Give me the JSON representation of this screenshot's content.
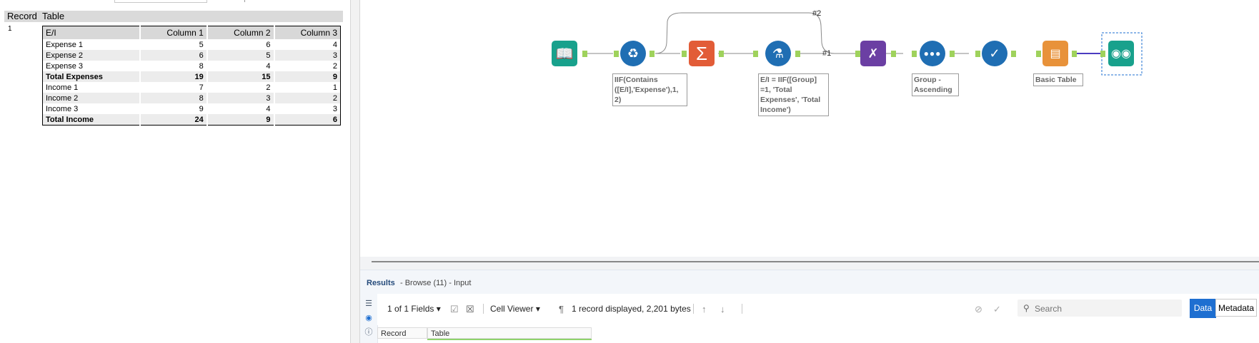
{
  "results_grid_left": {
    "headers": [
      "Record",
      "Table"
    ],
    "row_number": "1",
    "table": {
      "columns": [
        "E/I",
        "Column 1",
        "Column 2",
        "Column 3"
      ],
      "rows": [
        [
          "Expense 1",
          "5",
          "6",
          "4"
        ],
        [
          "Expense 2",
          "6",
          "5",
          "3"
        ],
        [
          "Expense 3",
          "8",
          "4",
          "2"
        ],
        [
          "Total Expenses",
          "19",
          "15",
          "9"
        ],
        [
          "Income 1",
          "7",
          "2",
          "1"
        ],
        [
          "Income 2",
          "8",
          "3",
          "2"
        ],
        [
          "Income 3",
          "9",
          "4",
          "3"
        ],
        [
          "Total Income",
          "24",
          "9",
          "6"
        ]
      ],
      "bold_rows": [
        "Total Expenses",
        "Total Income"
      ]
    }
  },
  "workflow": {
    "tools": [
      {
        "name": "input-data-tool",
        "color": "#1a9a8a",
        "icon": "book-icon"
      },
      {
        "name": "formula-tool-1",
        "color": "#1d6fb0",
        "icon": "formula-icon"
      },
      {
        "name": "summarize-tool",
        "color": "#e05a38",
        "icon": "sigma-icon"
      },
      {
        "name": "formula-tool-2",
        "color": "#1d6fb0",
        "icon": "flask-icon"
      },
      {
        "name": "union-tool",
        "color": "#6a3fa0",
        "icon": "dna-icon"
      },
      {
        "name": "sort-tool",
        "color": "#1d6fb0",
        "icon": "dots-icon"
      },
      {
        "name": "select-tool",
        "color": "#1d6fb0",
        "icon": "check-icon"
      },
      {
        "name": "basic-table-tool",
        "color": "#e8923a",
        "icon": "table-icon"
      },
      {
        "name": "browse-tool",
        "color": "#1a9a8a",
        "icon": "binoculars-icon"
      }
    ],
    "annotations": {
      "formula1": "IIF(Contains ([E/I],'Expense'),1, 2)",
      "formula2": "E/I = IIF([Group] =1, 'Total Expenses', 'Total Income')",
      "sort": "Group - Ascending",
      "table": "Basic Table"
    },
    "connection_labels": {
      "top": "#2",
      "mid": "#1"
    }
  },
  "results": {
    "title": "Results",
    "subtitle": "- Browse (11) - Input",
    "fields_dropdown": "1 of 1 Fields",
    "viewer_dropdown": "Cell Viewer",
    "record_info": "1 record displayed, 2,201 bytes",
    "search_placeholder": "Search",
    "tab_data": "Data",
    "tab_metadata": "Metadata",
    "grid_headers": [
      "Record",
      "Table"
    ]
  }
}
